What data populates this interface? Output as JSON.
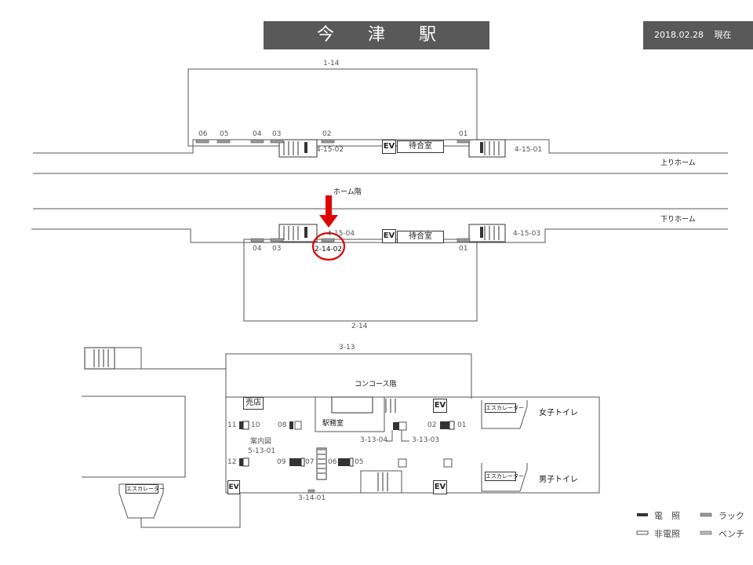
{
  "header": {
    "station_name": "今 津 駅",
    "date": "2018.02.28",
    "status": "現在"
  },
  "platform": {
    "upper": {
      "label": "上りホーム",
      "area_code": "1-14",
      "positions": [
        "06",
        "05",
        "04",
        "03",
        "02",
        "01"
      ],
      "stair_codes": [
        "4-15-02",
        "4-15-01"
      ],
      "waiting_room": "待合室",
      "ev": "EV"
    },
    "lower": {
      "label": "下りホーム",
      "area_code": "2-14",
      "positions": [
        "04",
        "03",
        "01"
      ],
      "stair_codes": [
        "4-15-04",
        "4-15-03"
      ],
      "waiting_room": "待合室",
      "ev": "EV",
      "highlight_code": "2-14-02"
    },
    "floor_label": "ホーム階"
  },
  "concourse": {
    "floor_label": "コンコース階",
    "area_code": "3-13",
    "kiosk": "売店",
    "station_office": "駅務室",
    "info_board": {
      "label": "案内図",
      "code": "5-13-01"
    },
    "ev_labels": [
      "EV",
      "EV",
      "EV"
    ],
    "escalator": "エスカレーター",
    "womens_toilet": "女子トイレ",
    "mens_toilet": "男子トイレ",
    "numbers": {
      "n11": "11",
      "n10": "10",
      "n08": "08",
      "n02": "02",
      "n01": "01",
      "n12": "12",
      "n09": "09",
      "n07": "07",
      "n06": "06",
      "n05": "05"
    },
    "codes": {
      "c1": "3-13-04",
      "c2": "3-13-03",
      "c3": "3-14-01"
    }
  },
  "legend": {
    "items": [
      {
        "label": "電　照",
        "color": "#333333"
      },
      {
        "label": "ラック",
        "color": "#888888"
      },
      {
        "label": "非電照",
        "color": "#777777"
      },
      {
        "label": "ベンチ",
        "color": "#999999"
      }
    ]
  },
  "colors": {
    "highlight": "#e00000",
    "title_bg": "#595959"
  }
}
